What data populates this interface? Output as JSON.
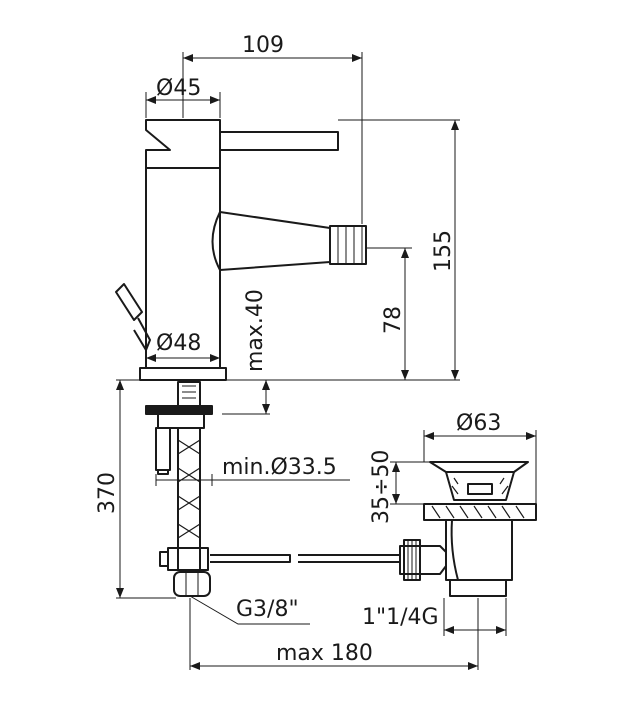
{
  "labels": {
    "width_top": "109",
    "spout_diameter": "Ø45",
    "height_total": "155",
    "height_outlet": "78",
    "thickness_max": "max.40",
    "base_diameter": "Ø48",
    "hole_min": "min.Ø33.5",
    "pipe_length": "370",
    "thread_left": "G3/8\"",
    "waste_diameter": "Ø63",
    "waste_range": "35÷50",
    "thread_right": "1\"1/4G",
    "max_distance": "max 180"
  }
}
